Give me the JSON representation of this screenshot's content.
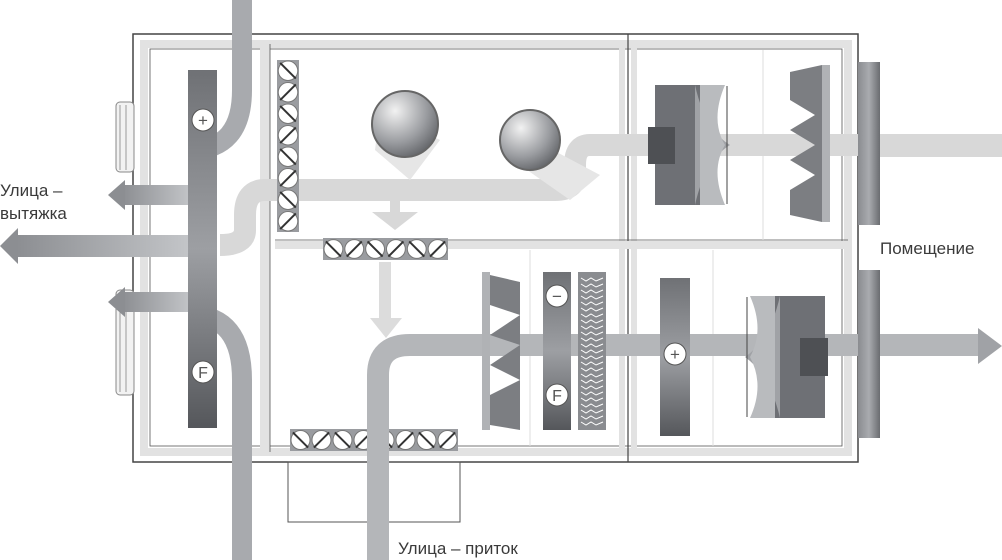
{
  "labels": {
    "exhaust_line1": "Улица –",
    "exhaust_line2": "вытяжка",
    "room": "Помещение",
    "intake": "Улица – приток"
  },
  "markers": {
    "plus": "+",
    "minus": "−",
    "filter": "F"
  },
  "colors": {
    "housing_line": "#444444",
    "housing_band": "#e2e2e2",
    "airflow_light": "#d6d6d6",
    "airflow_dark": "#9a9ca0",
    "component_dark": "#6e7075"
  }
}
